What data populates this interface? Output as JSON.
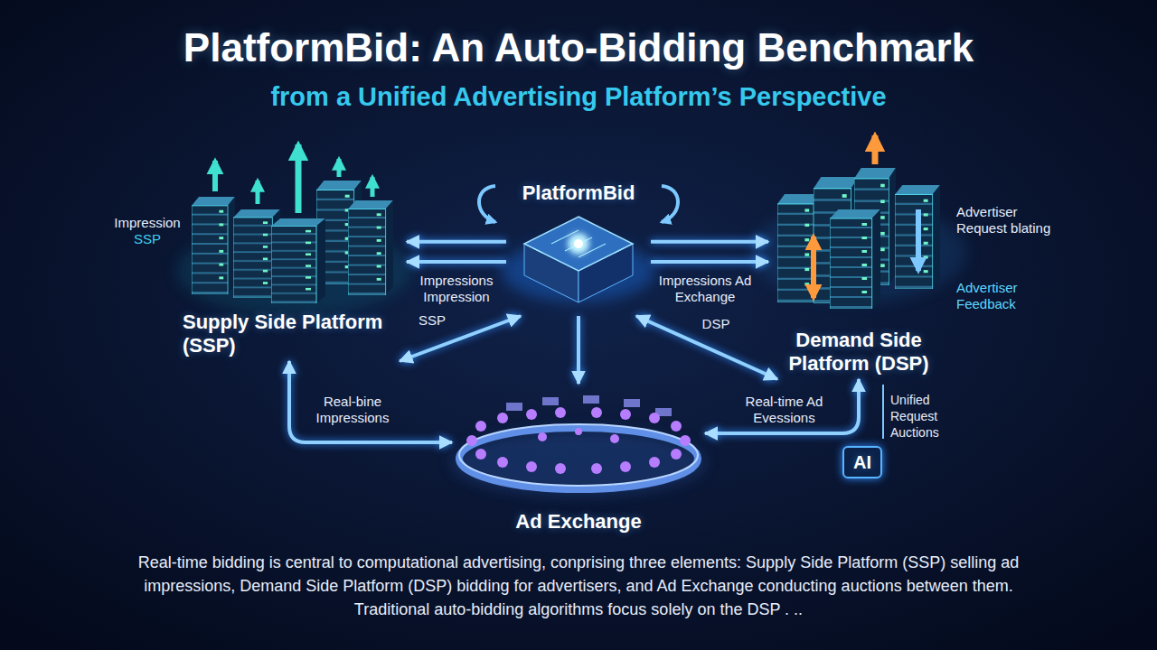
{
  "diagram": {
    "title": "PlatformBid: An Auto-Bidding Benchmark",
    "caption": "Real-time bidding is central to computational advertising, conprising three elements: Supply Side Platform (SSP) selling ad impressions, Demand Side Platform (DSP) bidding for advertisers, and Ad Exchange conducting auctions between them. Traditional auto-bidding algorithms focus solely on the DSP . ..",
    "nodes": [
      {
        "text": [
          "PlatformBid"
        ]
      },
      {
        "text": [
          "Supply Side Platform (SSP)"
        ]
      },
      {
        "text": [
          "Demand Side Platform (DSP)"
        ]
      },
      {
        "text": [
          "Ad Exchange"
        ]
      },
      {
        "text": [
          "AI"
        ]
      }
    ],
    "edges": [
      {
        "from": 0,
        "to": 1,
        "arrow": "to",
        "label": "Impressions Impression"
      },
      {
        "from": 0,
        "to": 1,
        "arrow": "to"
      },
      {
        "from": 0,
        "to": 2,
        "arrow": "to",
        "label": "Impressions Ad Exchange"
      },
      {
        "from": 0,
        "to": 2,
        "arrow": "to"
      },
      {
        "from": 0,
        "to": 1,
        "arrow": "both",
        "label": "SSP"
      },
      {
        "from": 0,
        "to": 2,
        "arrow": "both",
        "label": "DSP"
      },
      {
        "from": 0,
        "to": 3,
        "arrow": "to"
      },
      {
        "from": 1,
        "to": 3,
        "arrow": "both",
        "label": "Real-bine Impressions"
      },
      {
        "from": 2,
        "to": 3,
        "arrow": "both",
        "label": "Real-time Ad Evessions"
      }
    ],
    "labels": [
      "from a Unified Advertising Platform’s Perspective",
      "Impression",
      "SSP",
      "Advertiser Request blating",
      "Advertiser Feedback",
      "Unified Request Auctions"
    ]
  }
}
